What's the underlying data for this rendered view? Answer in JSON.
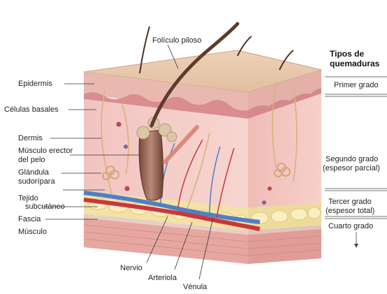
{
  "labels": {
    "foliculo": "Folículo piloso",
    "epidermis": "Epidermis",
    "celulas_basales": "Células basales",
    "dermis": "Dermis",
    "musculo_erector_1": "Músculo erector",
    "musculo_erector_2": "del pelo",
    "glandula_1": "Glándula",
    "glandula_2": "sudorípara",
    "tejido_1": "Tejido",
    "tejido_2": "subcutáneo",
    "fascia": "Fascia",
    "musculo": "Músculo",
    "nervio": "Nervio",
    "arteriola": "Arteriola",
    "venula": "Vénula"
  },
  "burns": {
    "title_1": "Tipos de",
    "title_2": "quemaduras",
    "primer": "Primer grado",
    "segundo_1": "Segundo grado",
    "segundo_2": "(espesor parcial)",
    "tercer_1": "Tercer grado",
    "tercer_2": "(espesor total)",
    "cuarto": "Cuarto grado"
  }
}
